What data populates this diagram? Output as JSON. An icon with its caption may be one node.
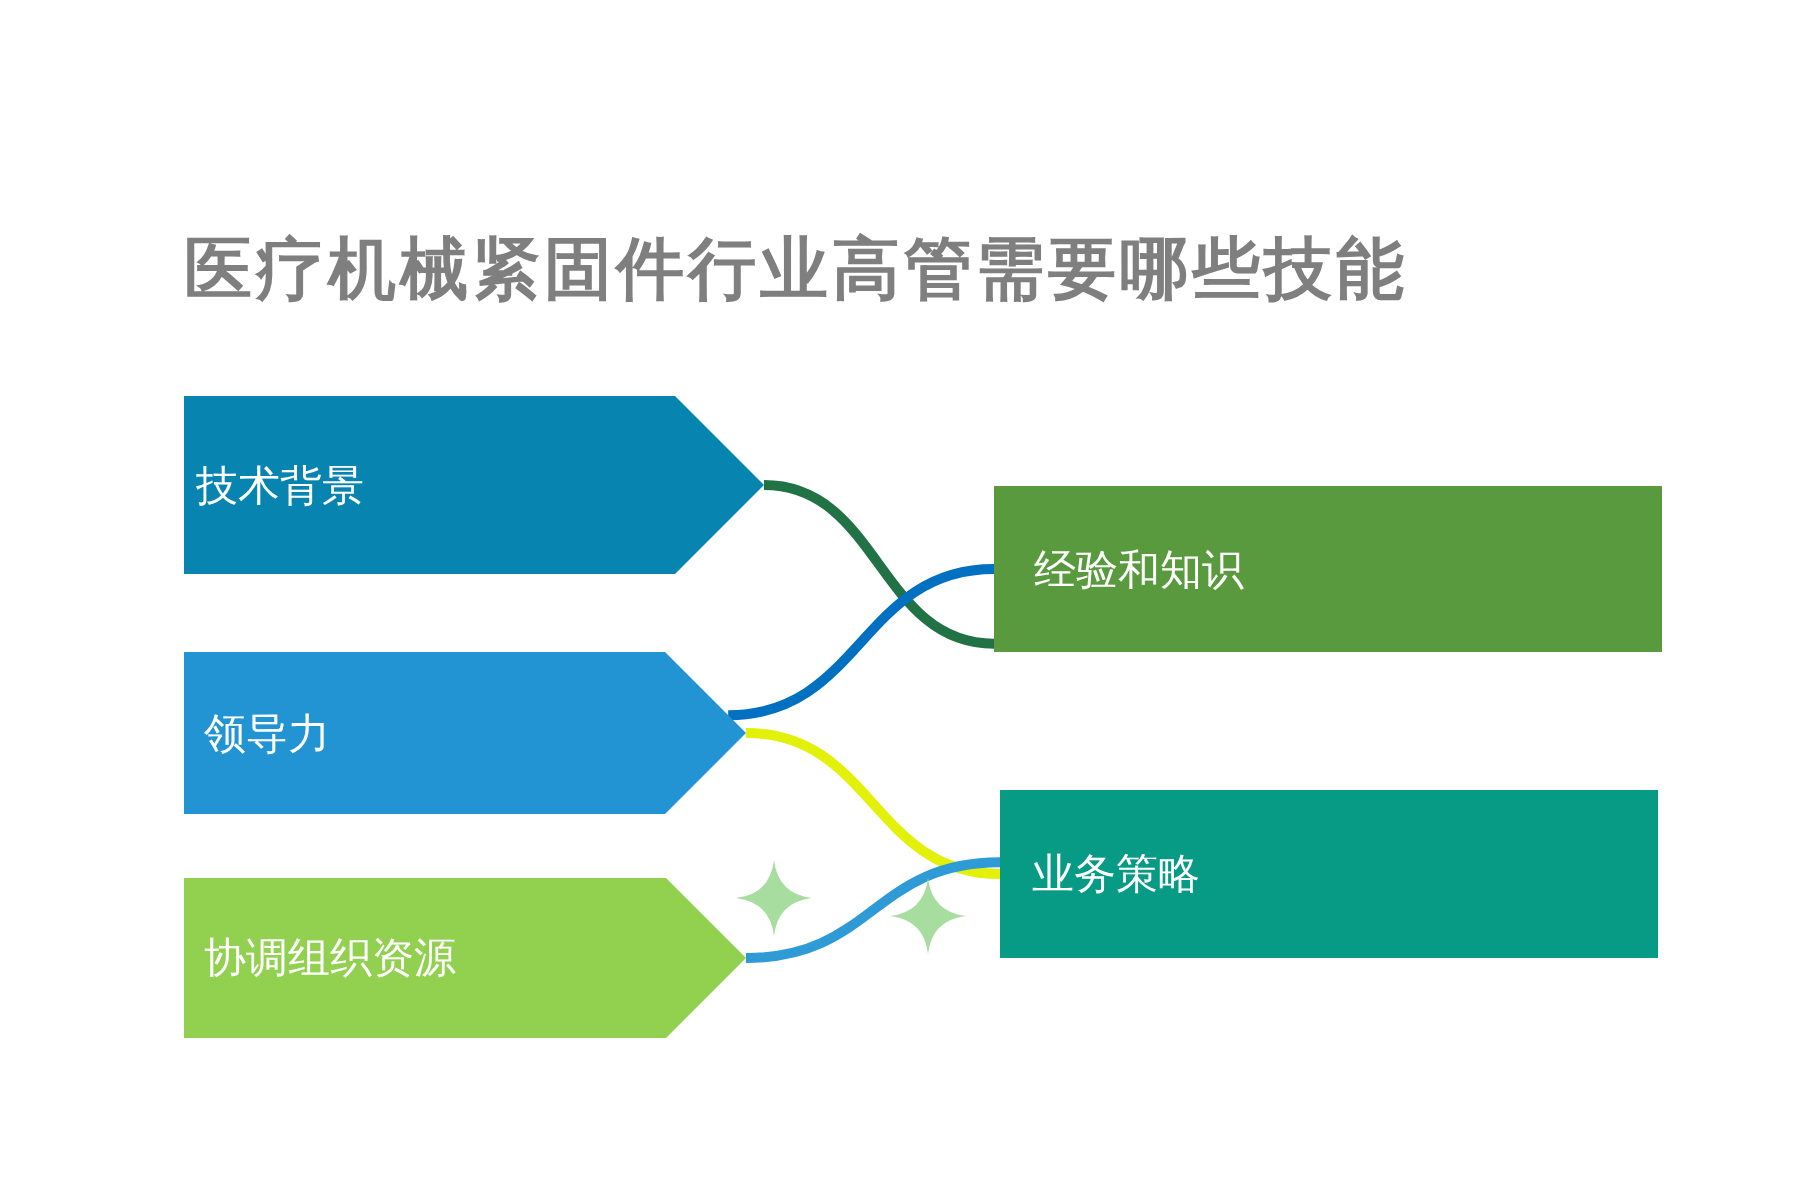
{
  "diagram": {
    "title": "医疗机械紧固件行业高管需要哪些技能",
    "nodes": [
      {
        "text": [
          "技术背景"
        ]
      },
      {
        "text": [
          "领导力"
        ]
      },
      {
        "text": [
          "协调组织资源"
        ]
      },
      {
        "text": [
          "经验和知识"
        ]
      },
      {
        "text": [
          "业务策略"
        ]
      }
    ],
    "edges": [
      {
        "from": 0,
        "to": 3,
        "arrow": "none",
        "color": "#217346"
      },
      {
        "from": 1,
        "to": 3,
        "arrow": "none",
        "color": "#0070c0"
      },
      {
        "from": 1,
        "to": 4,
        "arrow": "none",
        "color": "#e2f00a"
      },
      {
        "from": 2,
        "to": 4,
        "arrow": "none",
        "color": "#2e9bd6"
      }
    ]
  }
}
